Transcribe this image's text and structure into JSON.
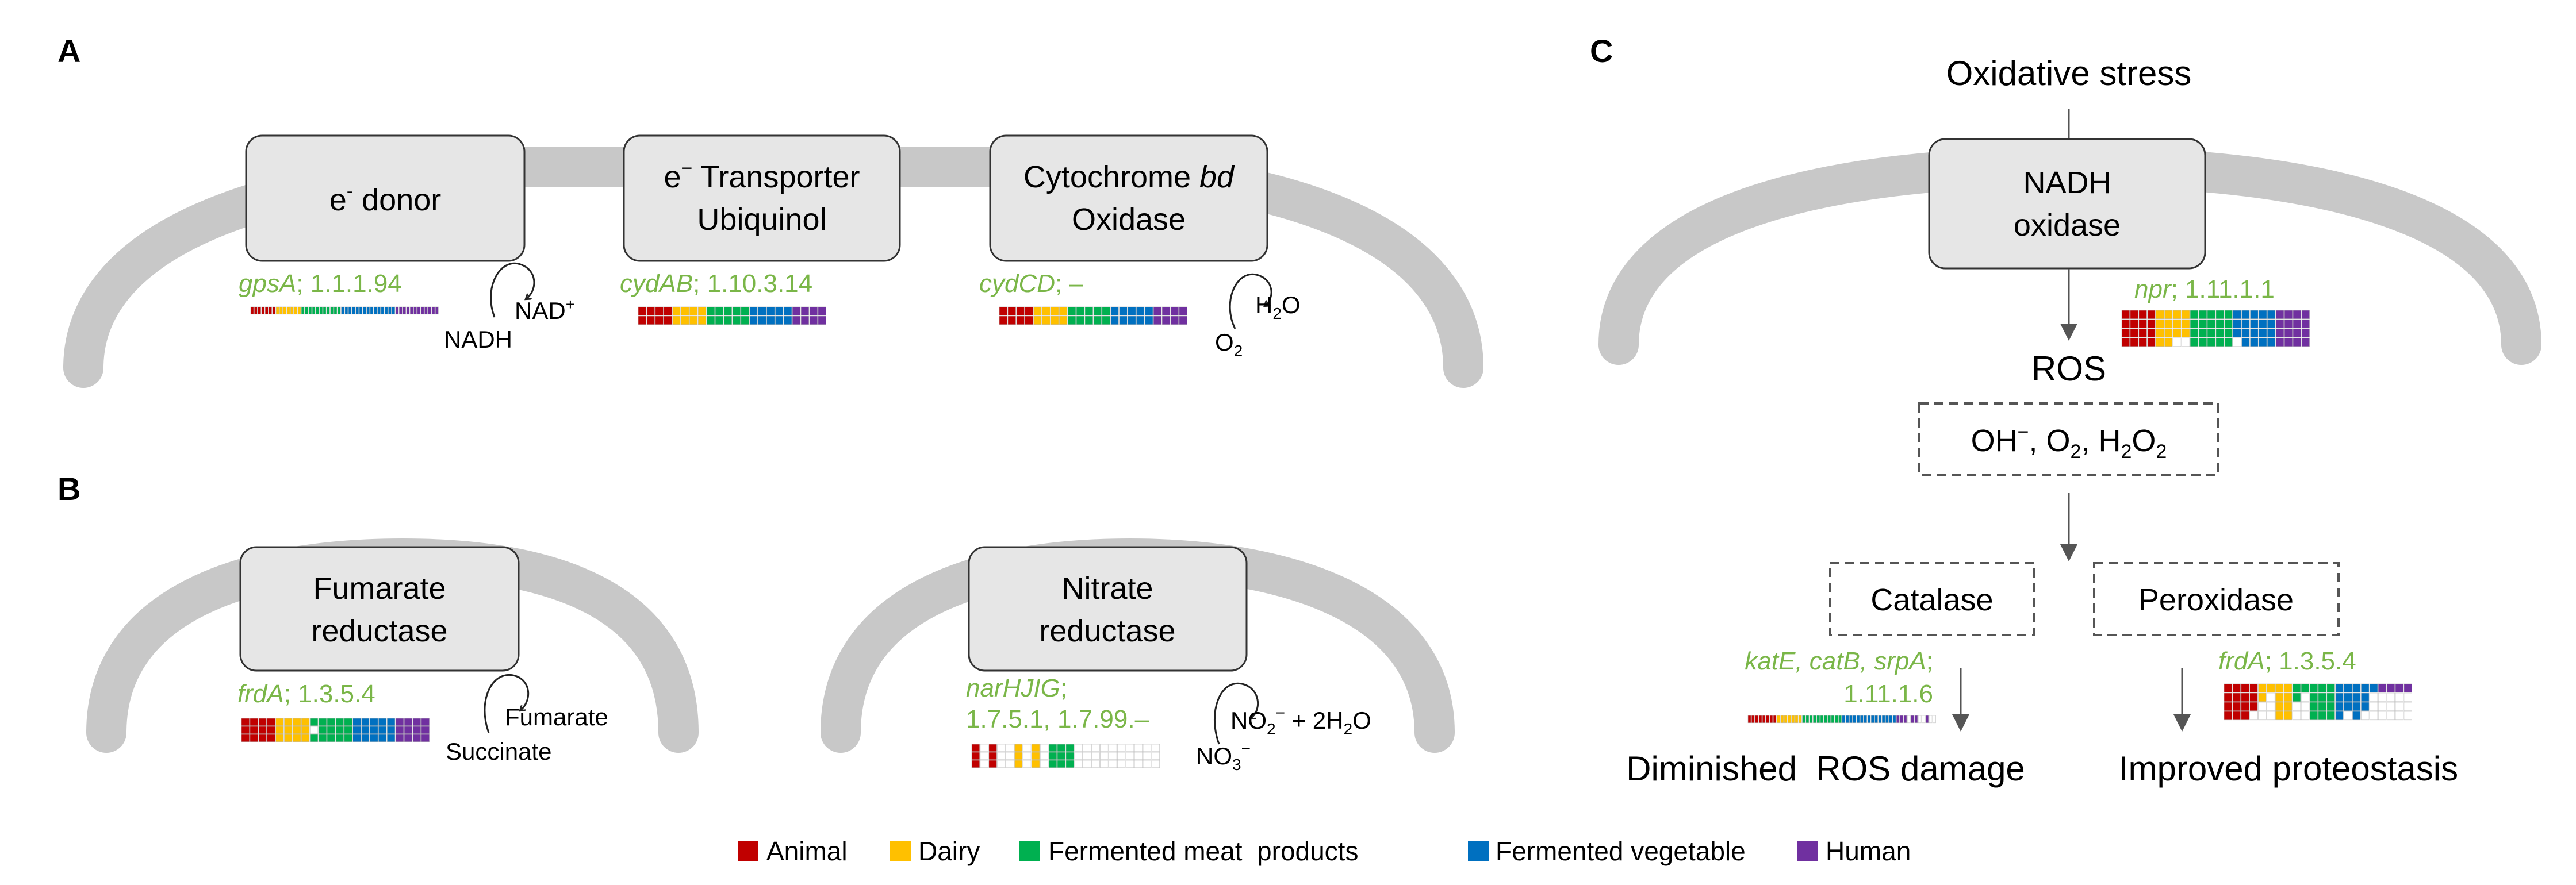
{
  "colors": {
    "animal": "#c00000",
    "dairy": "#ffc000",
    "fermented_meat": "#00b050",
    "fermented_vegetable": "#0070c0",
    "human": "#7030a0",
    "gene_text": "#7ab648",
    "membrane": "#c8c8c8",
    "box_fill": "#e6e6e6",
    "box_stroke": "#333333"
  },
  "panels": {
    "A": {
      "label": "A",
      "boxes": [
        {
          "title": "e",
          "sup": "-",
          "rest": " donor"
        },
        {
          "line1_a": "e",
          "line1_sup": "−",
          "line1_rest": " Transporter",
          "line2": "Ubiquinol"
        },
        {
          "line1_a": "Cytochrome ",
          "line1_italic": "bd",
          "line2": "Oxidase"
        }
      ],
      "genes": [
        {
          "italic": "gpsA",
          "rest": "; 1.1.1.94"
        },
        {
          "italic": "cydAB",
          "rest": "; 1.10.3.14"
        },
        {
          "italic": "cydCD",
          "rest": "; –"
        }
      ],
      "reactions": [
        {
          "product": "NAD",
          "product_sup": "+",
          "substrate": "NADH"
        },
        {
          "product": "H",
          "product_sub": "2",
          "product_rest": "O",
          "substrate": "O",
          "substrate_sub": "2"
        }
      ]
    },
    "B": {
      "label": "B",
      "boxes": [
        {
          "line1": "Fumarate",
          "line2": "reductase"
        },
        {
          "line1": "Nitrate",
          "line2": "reductase"
        }
      ],
      "genes": [
        {
          "italic": "frdA",
          "rest": "; 1.3.5.4"
        },
        {
          "italic": "narHJIG",
          "rest": ";",
          "line2": "1.7.5.1, 1.7.99.–"
        }
      ],
      "reactions": [
        {
          "product": "Fumarate",
          "substrate": "Succinate"
        },
        {
          "product": "NO",
          "product_sub": "2",
          "product_sup": "−",
          "product_rest": " + 2H",
          "product_sub2": "2",
          "product_rest2": "O",
          "substrate": "NO",
          "substrate_sub": "3",
          "substrate_sup": "−"
        }
      ]
    },
    "C": {
      "label": "C",
      "stress": "Oxidative stress",
      "box": {
        "line1": "NADH",
        "line2": "oxidase"
      },
      "gene_npr": {
        "italic": "npr",
        "rest": "; 1.11.1.1"
      },
      "ros": "ROS",
      "species": {
        "a": "OH",
        "a_sup": "−",
        "b": ", O",
        "b_sub": "2",
        "c": ", H",
        "c_sub": "2",
        "d": "O",
        "d_sub": "2"
      },
      "catalase": "Catalase",
      "peroxidase": "Peroxidase",
      "gene_katE": {
        "italic": "katE, catB, srpA",
        "rest": ";",
        "line2": "1.11.1.6"
      },
      "gene_frdA": {
        "italic": "frdA",
        "rest": "; 1.3.5.4"
      },
      "outcome_left": "Diminished  ROS damage",
      "outcome_right": "Improved proteostasis"
    }
  },
  "legend": [
    {
      "label": "Animal",
      "color_key": "animal"
    },
    {
      "label": "Dairy",
      "color_key": "dairy"
    },
    {
      "label": "Fermented meat  products",
      "color_key": "fermented_meat"
    },
    {
      "label": "Fermented vegetable",
      "color_key": "fermented_vegetable"
    },
    {
      "label": "Human",
      "color_key": "human"
    }
  ]
}
